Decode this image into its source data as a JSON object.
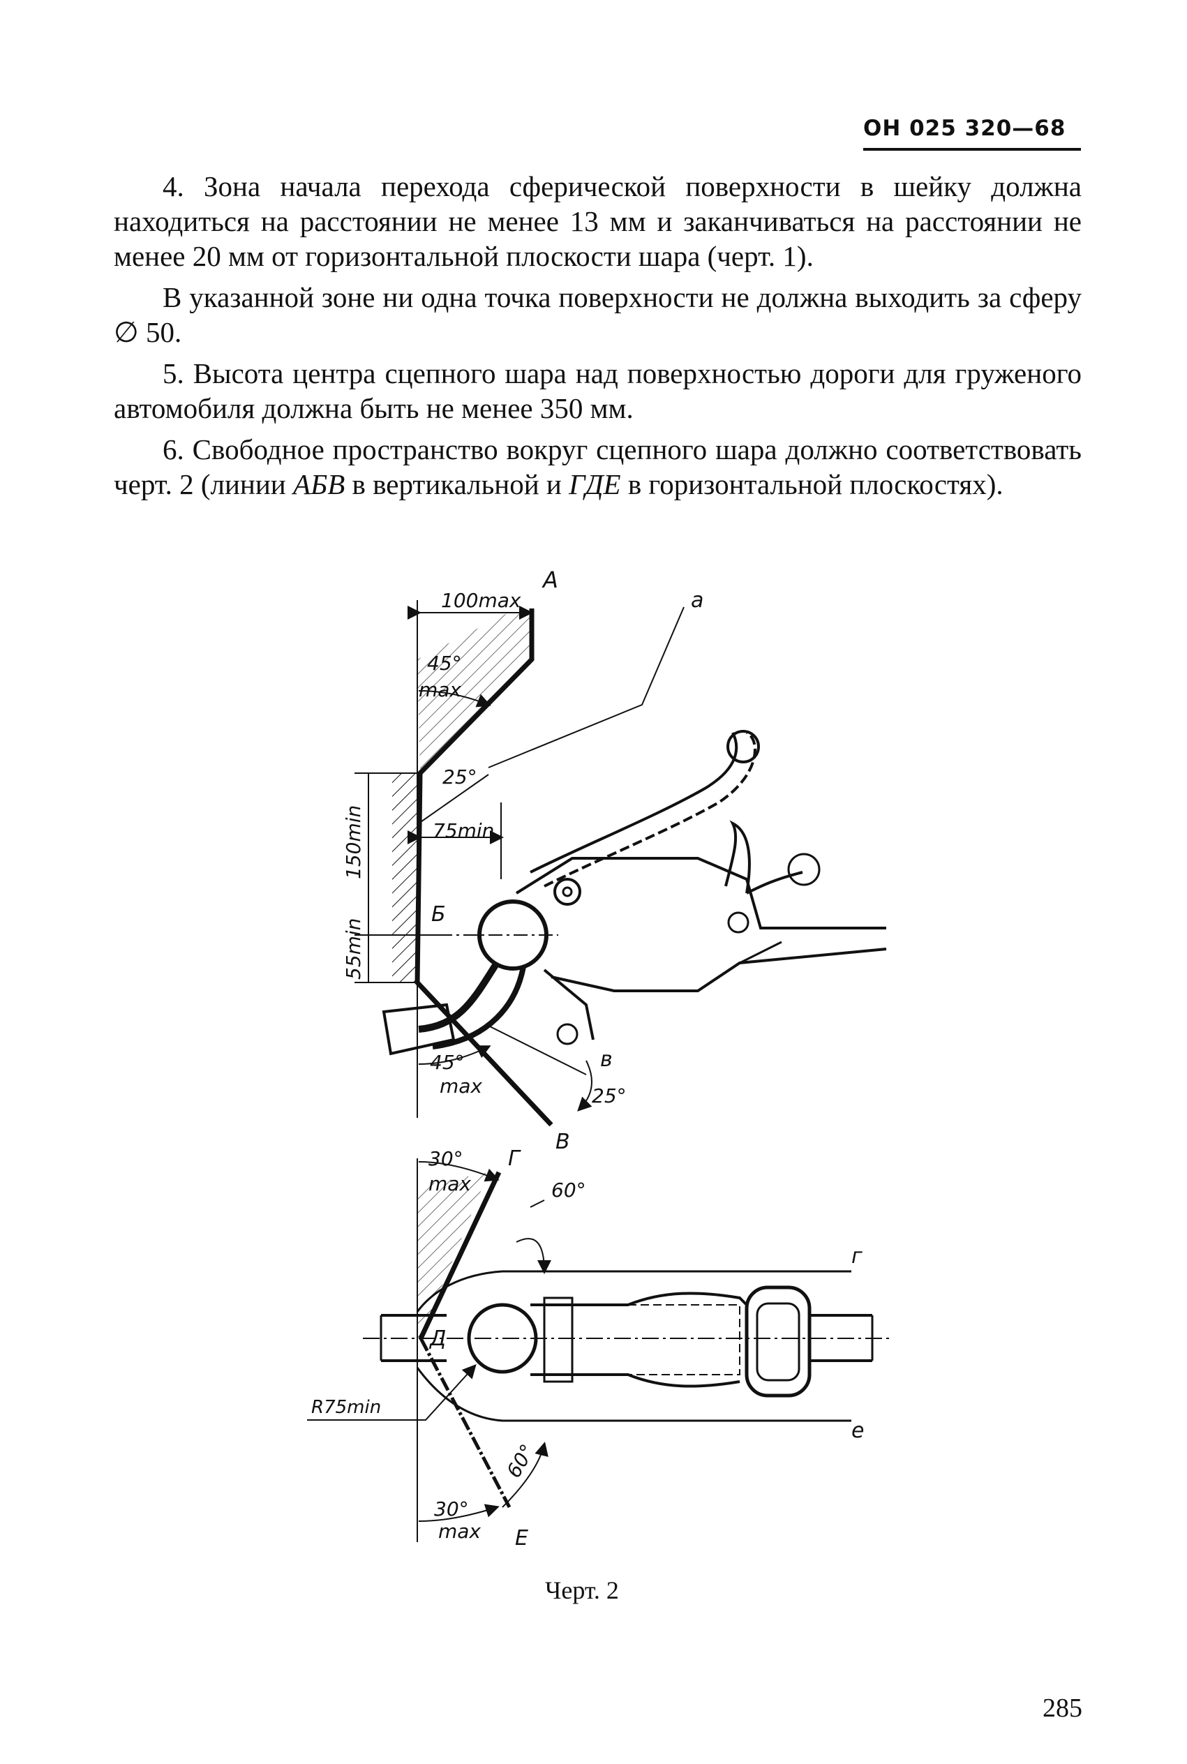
{
  "header": {
    "code": "ОН  025  320—68"
  },
  "paragraphs": [
    {
      "parts": [
        "4. Зона начала перехода сферической поверхности в шейку должна находиться на расстоянии не менее 13 мм и заканчиваться на расстоянии не менее 20 мм от горизонтальной плоскости шара (черт. 1)."
      ]
    },
    {
      "parts": [
        "В указанной зоне ни одна точка поверхности не должна выходить за сферу ∅ 50."
      ]
    },
    {
      "parts": [
        "5. Высота центра сцепного шара над поверхностью дороги для груженого автомобиля должна быть не менее 350 мм."
      ]
    },
    {
      "parts": [
        "6. Свободное пространство вокруг сцепного шара должно соответствовать черт. 2 (линии ",
        "АБВ",
        " в вертикальной и ",
        "ГДЕ",
        " в горизонтальной плоскостях)."
      ]
    }
  ],
  "figure": {
    "labels": {
      "A": "А",
      "a": "а",
      "B_mid": "Б",
      "V": "В",
      "v": "в",
      "G": "Г",
      "g": "г",
      "D": "Д",
      "E": "Е",
      "e": "е",
      "dim_100max": "100max",
      "angle_45": "45°",
      "max": "max",
      "angle_25": "25°",
      "dim_75min": "75min",
      "dim_150min": "150min",
      "dim_55min": "55min",
      "angle_25_low": "25°",
      "angle_30": "30°",
      "angle_60": "60°",
      "r75min": "R75min"
    }
  },
  "caption": "Черт. 2",
  "page_number": "285"
}
